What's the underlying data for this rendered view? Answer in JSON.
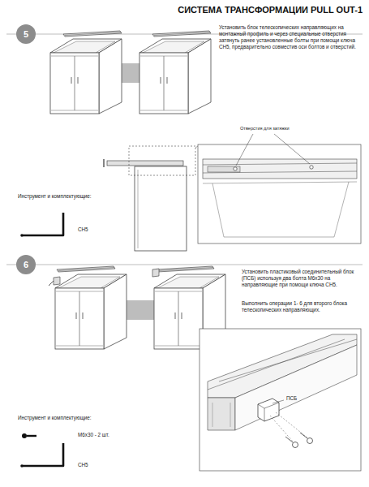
{
  "diagram": {
    "title": "СИСТЕМА ТРАНСФОРМАЦИИ PULL OUT-1",
    "nodes": [
      {
        "text": [
          "5"
        ]
      },
      {
        "text": [
          "6"
        ]
      }
    ],
    "labels": [
      "Установить блок телескопических направляющих на монтажный профиль и через специальные отверстия затянуть ранее установленные болты при помощи ключа CH5, предварительно совместив оси болтов и отверстий.",
      "Отверстия для затяжки",
      "Инструмент и комплектующие:",
      "CH5",
      "Установить пластиковый соединительный блок (ПСБ) используя два болта М6х30 на направляющие при помощи ключа CH5.",
      "Выполнить операции 1- 6 для второго блока телескопических направляющих.",
      "ПСБ",
      "Инструмент и комплектующие:",
      "М6х30 - 2 шт.",
      "CH5"
    ]
  }
}
